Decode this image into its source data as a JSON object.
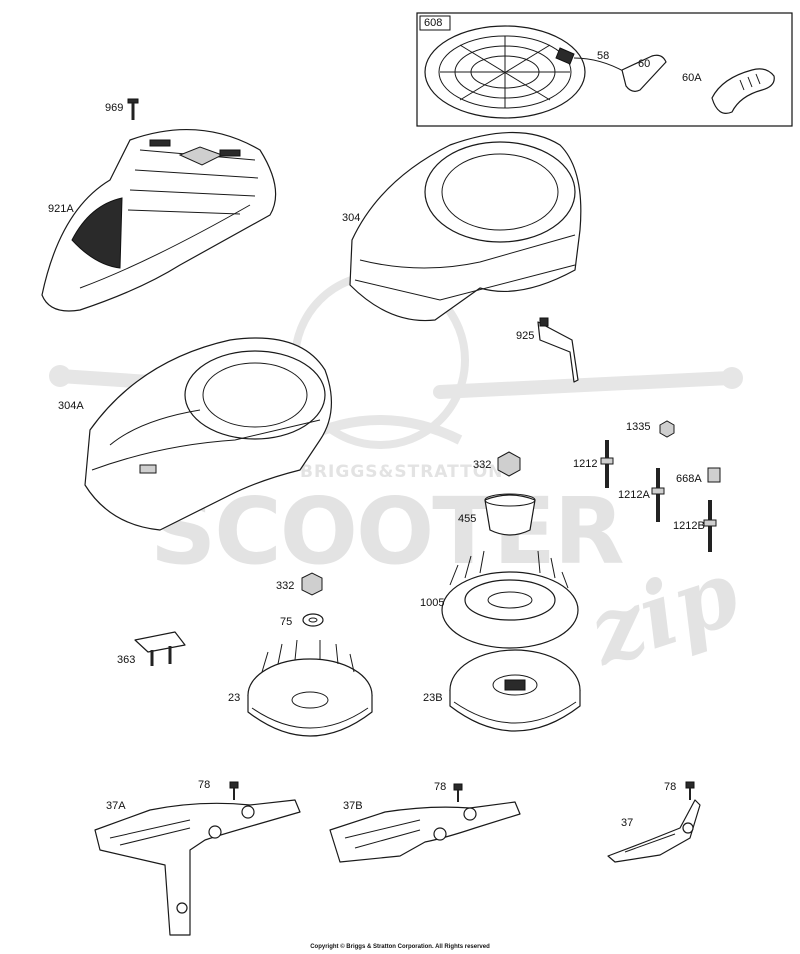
{
  "labels": {
    "p608": "608",
    "p58": "58",
    "p60": "60",
    "p60A": "60A",
    "p969": "969",
    "p921A": "921A",
    "p304": "304",
    "p925": "925",
    "p304A": "304A",
    "p1335": "1335",
    "p332a": "332",
    "p1212": "1212",
    "p668A": "668A",
    "p1212A": "1212A",
    "p455": "455",
    "p1212B": "1212B",
    "p332b": "332",
    "p75": "75",
    "p1005": "1005",
    "p363": "363",
    "p23": "23",
    "p23B": "23B",
    "p78a": "78",
    "p78b": "78",
    "p78c": "78",
    "p37A": "37A",
    "p37B": "37B",
    "p37": "37"
  },
  "watermark": {
    "brand": "BRIGGS&STRATTON",
    "main": "SCOOTER",
    "script": "zip"
  },
  "copyright": "Copyright © Briggs & Stratton Corporation. All Rights reserved"
}
